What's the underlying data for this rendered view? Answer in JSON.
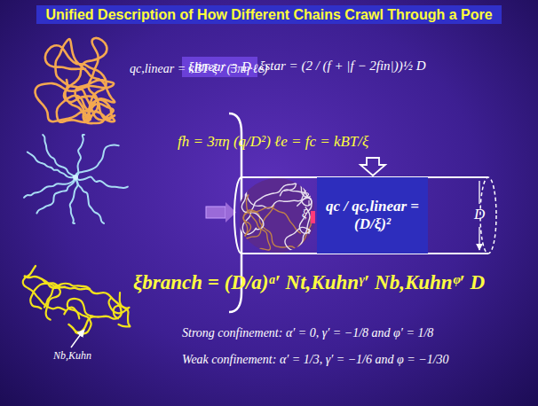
{
  "diagram": {
    "title": "Unified Description of How Different Chains Crawl Through a Pore",
    "nodes": [
      {
        "text": [
          "ξlinear = D"
        ]
      },
      {
        "text": [
          "ξ",
          "D"
        ]
      },
      {
        "text": [
          "qc / qc,linear = (D/ξ)²"
        ],
        "in": 1
      }
    ],
    "labels": [
      "qc,linear = kBT·ξ / (3πη·ℓe)",
      "ξstar = (2 / (f + |f − 2fin|))½ D",
      "fh = 3πη (q/D²) ℓe = fc = kBT/ξ",
      "ξbranch = (D/a)ᵅ′ Nt,Kuhnᵞ′ Nb,Kuhnᵠ′ D",
      "Strong confinement: α′ = 0, γ′ = −1/8 and φ′ = 1/8",
      "Weak confinement: α′ = 1/3, γ′ = −1/6 and φ = −1/30",
      "Nb,Kuhn"
    ]
  }
}
